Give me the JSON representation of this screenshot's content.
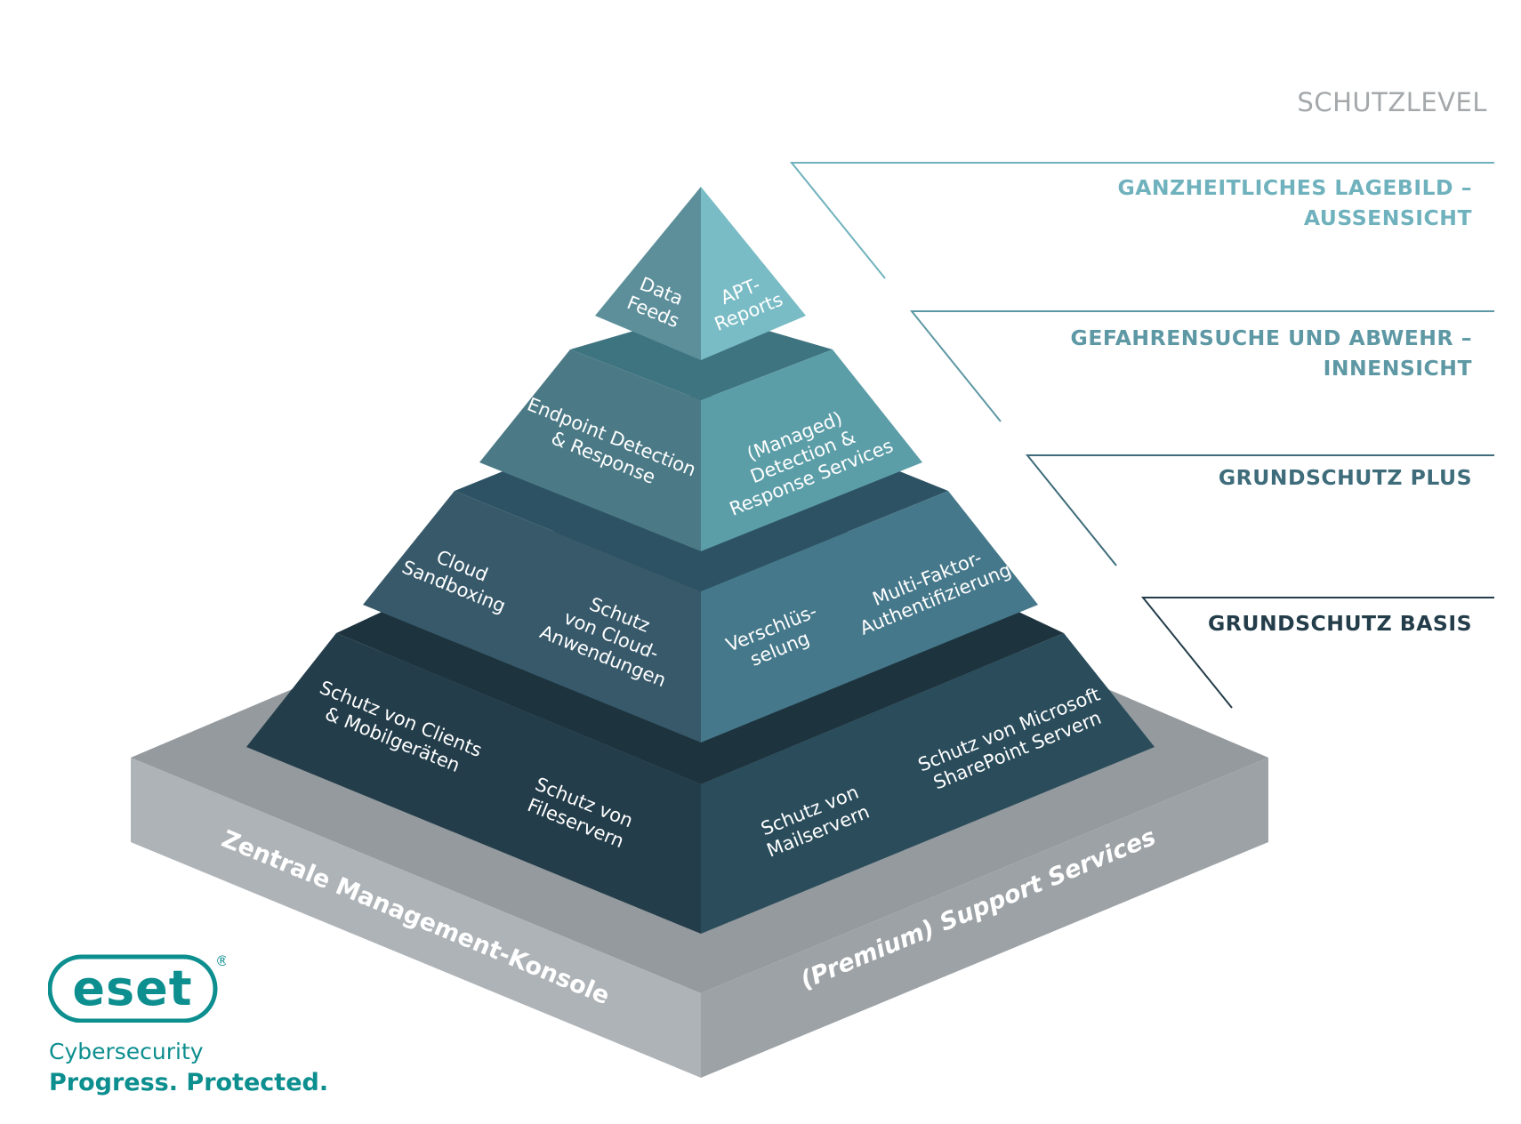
{
  "title": "SCHUTZLEVEL",
  "levels": [
    {
      "lines": [
        "GANZHEITLICHES LAGEBILD –",
        "AUSSENSICHT"
      ],
      "color": "#6fb2bd"
    },
    {
      "lines": [
        "GEFAHRENSUCHE UND ABWEHR –",
        "INNENSICHT"
      ],
      "color": "#5d98a4"
    },
    {
      "lines": [
        "GRUNDSCHUTZ PLUS"
      ],
      "color": "#3e6c7a"
    },
    {
      "lines": [
        "GRUNDSCHUTZ BASIS"
      ],
      "color": "#243d4a"
    }
  ],
  "tier1": {
    "left": [
      "Data",
      "Feeds"
    ],
    "right": [
      "APT-",
      "Reports"
    ]
  },
  "tier2": {
    "left": [
      "Endpoint Detection",
      "& Response"
    ],
    "right": [
      "(Managed)",
      "Detection &",
      "Response Services"
    ]
  },
  "tier3": {
    "left_a": [
      "Cloud",
      "Sandboxing"
    ],
    "left_b": [
      "Schutz",
      "von Cloud-",
      "Anwendungen"
    ],
    "right_a": [
      "Verschlüs-",
      "selung"
    ],
    "right_b": [
      "Multi-Faktor-",
      "Authentifizierung"
    ]
  },
  "tier4": {
    "left_a": [
      "Schutz von Clients",
      "& Mobilgeräten"
    ],
    "left_b": [
      "Schutz von",
      "Fileservern"
    ],
    "right_a": [
      "Schutz von",
      "Mailservern"
    ],
    "right_b": [
      "Schutz von Microsoft",
      "SharePoint Servern"
    ]
  },
  "base": {
    "left": "Zentrale Management-Konsole",
    "right": "(Premium) Support Services"
  },
  "brand": {
    "logo_text": "eset",
    "registered": "®",
    "tagline1": "Cybersecurity",
    "tagline2": "Progress. Protected.",
    "color": "#0d8e8f"
  }
}
